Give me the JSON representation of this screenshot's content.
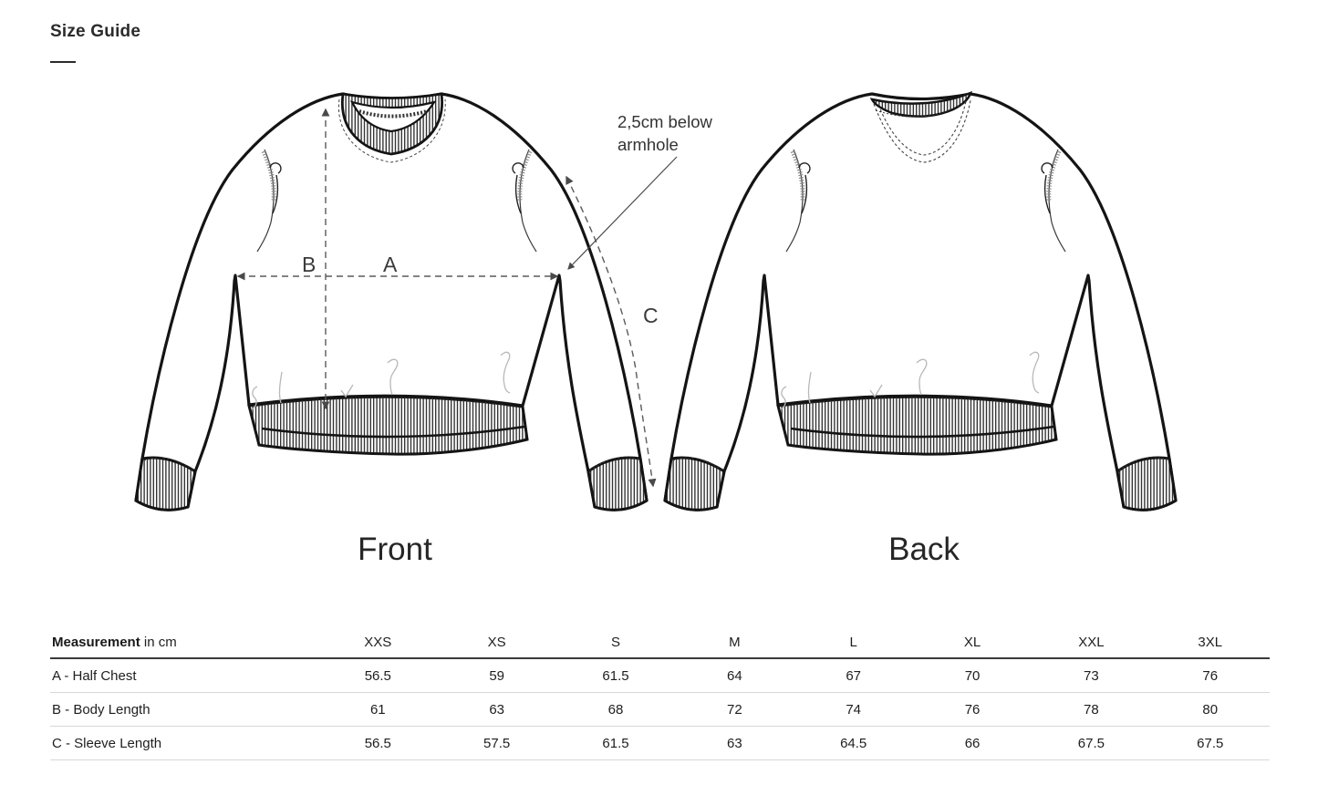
{
  "page": {
    "title": "Size Guide"
  },
  "diagram": {
    "front_label": "Front",
    "back_label": "Back",
    "annotation_line1": "2,5cm below",
    "annotation_line2": "armhole",
    "measure_a_label": "A",
    "measure_b_label": "B",
    "measure_c_label": "C"
  },
  "colors": {
    "line_art": "#141414",
    "measure_line": "#5a5a5a",
    "text_dark": "#2b2b2b",
    "table_rule_dark": "#3a3a3a",
    "table_rule_light": "#d8d8d8"
  },
  "table": {
    "header_label_bold": "Measurement",
    "header_label_rest": " in cm",
    "sizes": [
      "XXS",
      "XS",
      "S",
      "M",
      "L",
      "XL",
      "XXL",
      "3XL"
    ],
    "rows": [
      {
        "label": "A - Half Chest",
        "values": [
          "56.5",
          "59",
          "61.5",
          "64",
          "67",
          "70",
          "73",
          "76"
        ]
      },
      {
        "label": "B - Body Length",
        "values": [
          "61",
          "63",
          "68",
          "72",
          "74",
          "76",
          "78",
          "80"
        ]
      },
      {
        "label": "C - Sleeve Length",
        "values": [
          "56.5",
          "57.5",
          "61.5",
          "63",
          "64.5",
          "66",
          "67.5",
          "67.5"
        ]
      }
    ]
  }
}
